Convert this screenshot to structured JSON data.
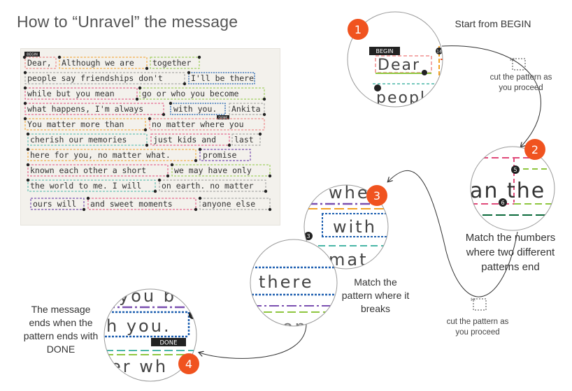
{
  "title": "How to “Unravel” the message",
  "letter": {
    "begin_tag": "BEGIN",
    "done_tag": "DONE",
    "lines": [
      [
        "Dear,",
        "Although we are",
        "together"
      ],
      [
        "people say friendships don't",
        "I'll be there"
      ],
      [
        "while but you mean",
        "go or who you become"
      ],
      [
        "what happens, I'm always",
        "with you.",
        "Ankita"
      ],
      [
        "You matter more than",
        "no matter where you"
      ],
      [
        "cherish our memories",
        "just kids and",
        "last"
      ],
      [
        "here for you, no matter what.",
        "promise"
      ],
      [
        "known each other a short",
        "we may have only"
      ],
      [
        "the world to me. I will",
        "on earth. no matter"
      ],
      [
        "ours will",
        "and sweet moments",
        "anyone else"
      ]
    ]
  },
  "steps": [
    {
      "number": "1",
      "caption": "Start from BEGIN",
      "zoom_tag": "BEGIN",
      "zoom_text": [
        "Dear",
        "peopl"
      ],
      "marker": "14"
    },
    {
      "number": "2",
      "caption": "Match the numbers where two different patterns end",
      "zoom_text": [
        "an the"
      ],
      "markers": [
        "5",
        "6"
      ]
    },
    {
      "number": "3",
      "caption": "Match the pattern where it breaks",
      "zoom_text": [
        "whe",
        "with",
        "mat",
        "there",
        "acon"
      ],
      "marker": "3"
    },
    {
      "number": "4",
      "caption": "The message ends when the pattern ends with DONE",
      "zoom_tag": "DONE",
      "zoom_text": [
        "you b",
        "h you.",
        "er wh"
      ],
      "marker": "1"
    }
  ],
  "cut_notes": [
    "cut the pattern as you proceed",
    "cut the pattern as you proceed"
  ],
  "colors": {
    "badge": "#f0531f",
    "blue": "#1d5fb0",
    "green": "#8ec63f",
    "pink": "#e04a7a",
    "purple": "#7a4fb0",
    "orange": "#f3a023",
    "teal": "#49b6a7",
    "dark": "#222222"
  }
}
